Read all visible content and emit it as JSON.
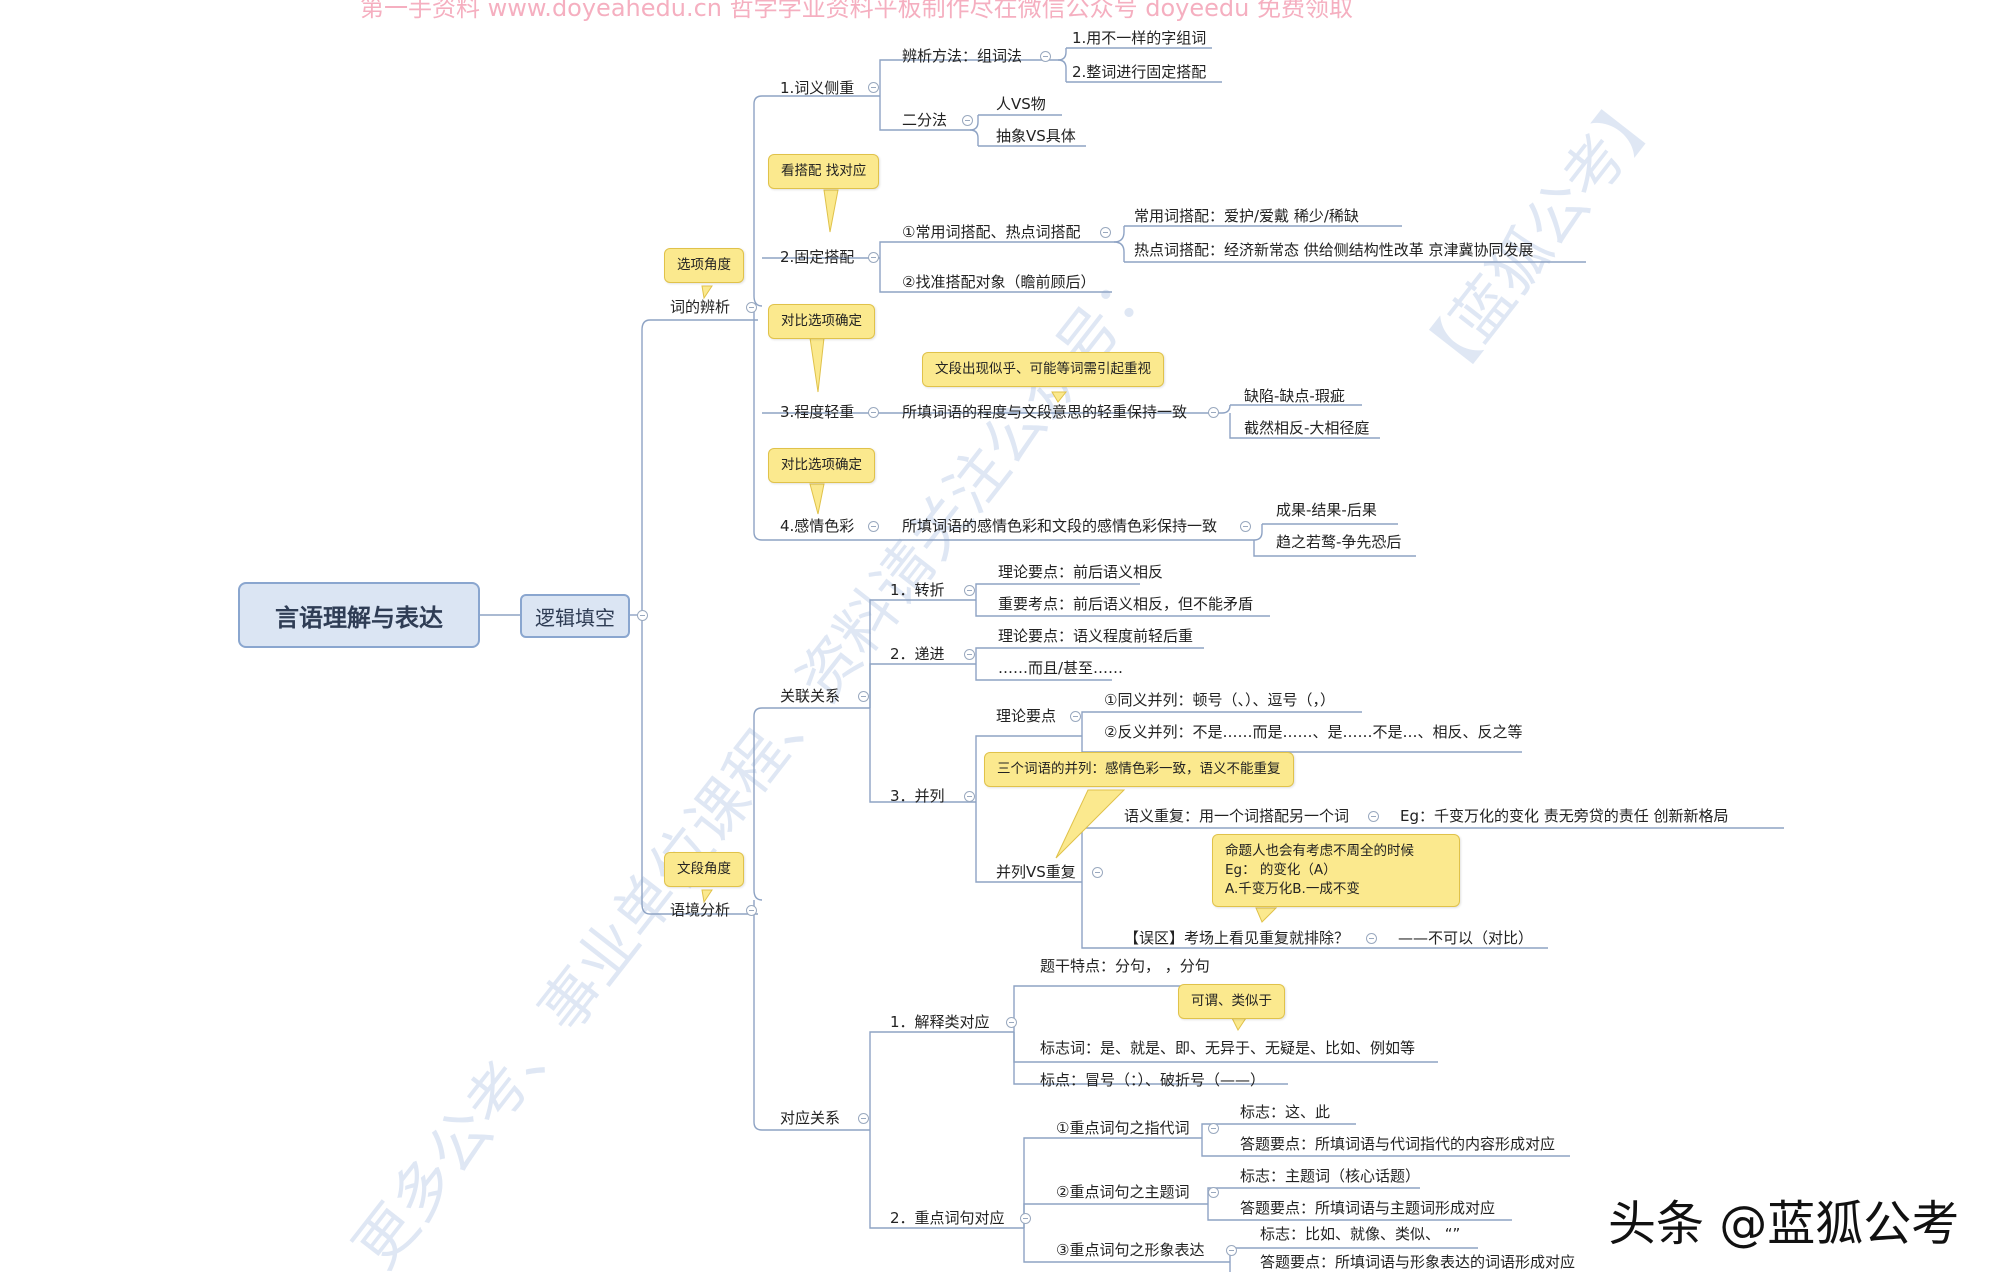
{
  "watermark_top": "第一手资料 www.doyeahedu.cn 哲学学业资料平板制作尽在微信公众号 doyeedu 免费领取",
  "watermark_diag_1": "更多公考、事业单位课程、资料请关注公众号：",
  "watermark_diag_2": "【蓝狐公考】",
  "brand": "头条 @蓝狐公考",
  "root": "言语理解与表达",
  "main": "逻辑填空",
  "b1": {
    "label": "词的辨析",
    "tag": "选项角度",
    "n1": {
      "label": "1.词义侧重",
      "m1": {
        "label": "辨析方法：组词法",
        "c": [
          "1.用不一样的字组词",
          "2.整词进行固定搭配"
        ]
      },
      "m2": {
        "label": "二分法",
        "c": [
          "人VS物",
          "抽象VS具体"
        ]
      }
    },
    "n2": {
      "label": "2.固定搭配",
      "tag": "看搭配  找对应",
      "m1": {
        "label": "①常用词搭配、热点词搭配",
        "c": [
          "常用词搭配：爱护/爱戴        稀少/稀缺",
          "热点词搭配：经济新常态    供给侧结构性改革      京津冀协同发展"
        ]
      },
      "m2": {
        "label": "②找准搭配对象（瞻前顾后）"
      }
    },
    "n3": {
      "label": "3.程度轻重",
      "tag": "对比选项确定",
      "tag2": "文段出现似乎、可能等词需引起重视",
      "m1": {
        "label": "所填词语的程度与文段意思的轻重保持一致",
        "c": [
          "缺陷-缺点-瑕疵",
          "截然相反-大相径庭"
        ]
      }
    },
    "n4": {
      "label": "4.感情色彩",
      "tag": "对比选项确定",
      "m1": {
        "label": "所填词语的感情色彩和文段的感情色彩保持一致",
        "c": [
          "成果-结果-后果",
          "趋之若鹜-争先恐后"
        ]
      }
    },
    "tag_n2_n3": "对比选项确定"
  },
  "b2": {
    "label": "语境分析",
    "tag": "文段角度",
    "g1": {
      "label": "关联关系",
      "z": {
        "label": "1．转折",
        "c": [
          "理论要点：前后语义相反",
          "重要考点：前后语义相反，但不能矛盾"
        ]
      },
      "d": {
        "label": "2．递进",
        "c": [
          "理论要点：语义程度前轻后重",
          "……而且/甚至……"
        ]
      },
      "b": {
        "label": "3．并列",
        "tag": "三个词语的并列：感情色彩一致，语义不能重复",
        "l1": {
          "label": "理论要点",
          "c": [
            "①同义并列：顿号（、）、逗号（，）",
            "②反义并列：不是……而是……、是……不是…、相反、反之等"
          ]
        },
        "l2": {
          "label": "并列VS重复",
          "r1": {
            "label": "语义重复：用一个词搭配另一个词",
            "c": "Eg：千变万化的变化      责无旁贷的责任        创新新格局"
          },
          "note": [
            "命题人也会有考虑不周全的时候",
            "Eg：        的变化（A）",
            "A.千变万化B.一成不变"
          ],
          "r2": {
            "label": "【误区】考场上看见重复就排除？",
            "c": "——不可以（对比）"
          }
        }
      }
    },
    "g2": {
      "label": "对应关系",
      "j": {
        "label": "1．解释类对应",
        "tag": "可谓、类似于",
        "c": [
          "题干特点：分句，       ，分句",
          "标志词：是、就是、即、无异于、无疑是、比如、例如等",
          "标点：冒号（：）、破折号（——）"
        ]
      },
      "k": {
        "label": "2．重点词句对应",
        "p1": {
          "label": "①重点词句之指代词",
          "c": [
            "标志：这、此",
            "答题要点：所填词语与代词指代的内容形成对应"
          ]
        },
        "p2": {
          "label": "②重点词句之主题词",
          "c": [
            "标志：主题词（核心话题）",
            "答题要点：所填词语与主题词形成对应"
          ]
        },
        "p3": {
          "label": "③重点词句之形象表达",
          "c": [
            "标志：比如、就像、类似、  “”",
            "答题要点：所填词语与形象表达的词语形成对应"
          ]
        }
      }
    }
  }
}
